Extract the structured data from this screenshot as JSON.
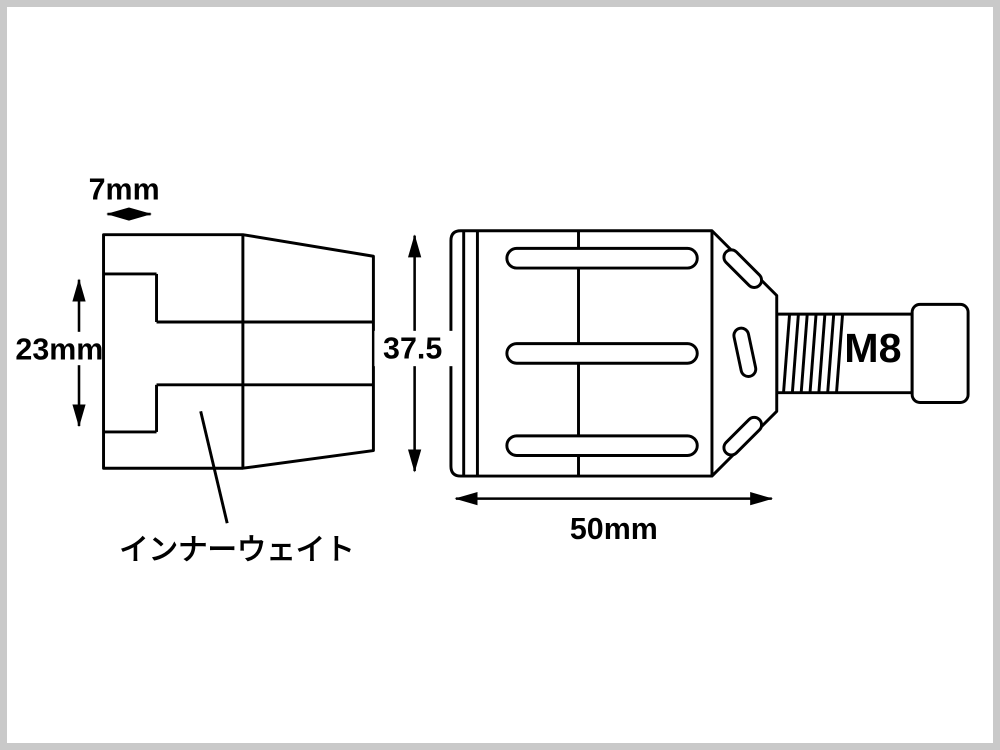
{
  "diagram": {
    "type": "technical-drawing",
    "subject": "bar-end-weight-dimensional-drawing",
    "part_label": "インナーウェイト",
    "dimensions": {
      "flange_width": "7mm",
      "flange_height": "23mm",
      "body_diameter": "37.5",
      "body_length": "50mm",
      "thread_size": "M8"
    },
    "colors": {
      "line": "#000000",
      "background": "#ffffff",
      "frame": "#c9c9c9"
    }
  }
}
